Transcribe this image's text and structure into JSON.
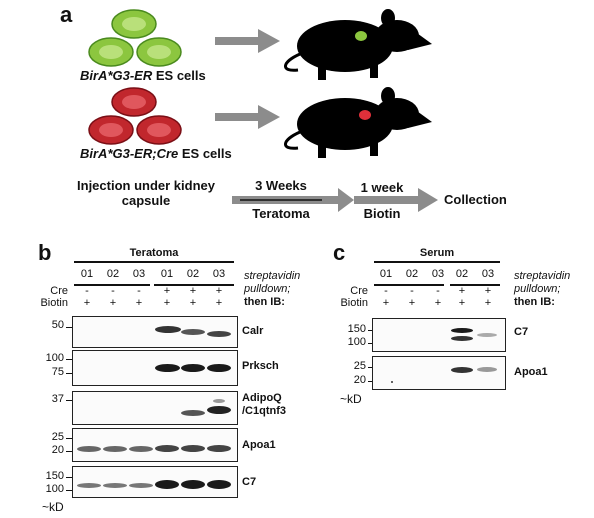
{
  "panel_a": {
    "letter": "a",
    "cells_green_label_italic": "BirA*G3-ER",
    "cells_green_label_rest": " ES cells",
    "cells_red_label_italic_1": "BirA*G3-ER;",
    "cells_red_label_italic_2": "Cre",
    "cells_red_label_rest": " ES cells",
    "step1": "Injection under kidney",
    "step1b": "capsule",
    "arrow1_top": "3 Weeks",
    "arrow1_bottom": "Teratoma",
    "arrow2_top": "1 week",
    "arrow2_bottom": "Biotin",
    "step_final": "Collection",
    "colors": {
      "green": "#8cc63f",
      "green_dark": "#4a8a1e",
      "red": "#c1272d",
      "red_dark": "#7a0f16",
      "arrow": "#8c8c8c"
    }
  },
  "panel_b": {
    "letter": "b",
    "group_label": "Teratoma",
    "samples": [
      "01",
      "02",
      "03",
      "01",
      "02",
      "03"
    ],
    "cre": [
      "-",
      "-",
      "-",
      "+",
      "+",
      "+"
    ],
    "biotin": [
      "+",
      "+",
      "+",
      "+",
      "+",
      "+"
    ],
    "row_cre": "Cre",
    "row_biotin": "Biotin",
    "method_1": "streptavidin",
    "method_2": "pulldown;",
    "method_3": "then IB:",
    "blots": [
      {
        "label": "Calr",
        "markers": [
          "50"
        ]
      },
      {
        "label": "Prksch",
        "markers": [
          "100",
          "75"
        ]
      },
      {
        "label": "AdipoQ",
        "label2": "/C1qtnf3",
        "markers": [
          "37"
        ]
      },
      {
        "label": "Apoa1",
        "markers": [
          "25",
          "20"
        ]
      },
      {
        "label": "C7",
        "markers": [
          "150",
          "100"
        ]
      }
    ],
    "unit": "~kD"
  },
  "panel_c": {
    "letter": "c",
    "group_label": "Serum",
    "samples": [
      "01",
      "02",
      "03",
      "02",
      "03"
    ],
    "cre": [
      "-",
      "-",
      "-",
      "+",
      "+"
    ],
    "biotin": [
      "+",
      "+",
      "+",
      "+",
      "+"
    ],
    "row_cre": "Cre",
    "row_biotin": "Biotin",
    "method_1": "streptavidin",
    "method_2": "pulldown;",
    "method_3": "then IB:",
    "blots": [
      {
        "label": "C7",
        "markers": [
          "150",
          "100"
        ]
      },
      {
        "label": "Apoa1",
        "markers": [
          "25",
          "20"
        ]
      }
    ],
    "unit": "~kD"
  }
}
